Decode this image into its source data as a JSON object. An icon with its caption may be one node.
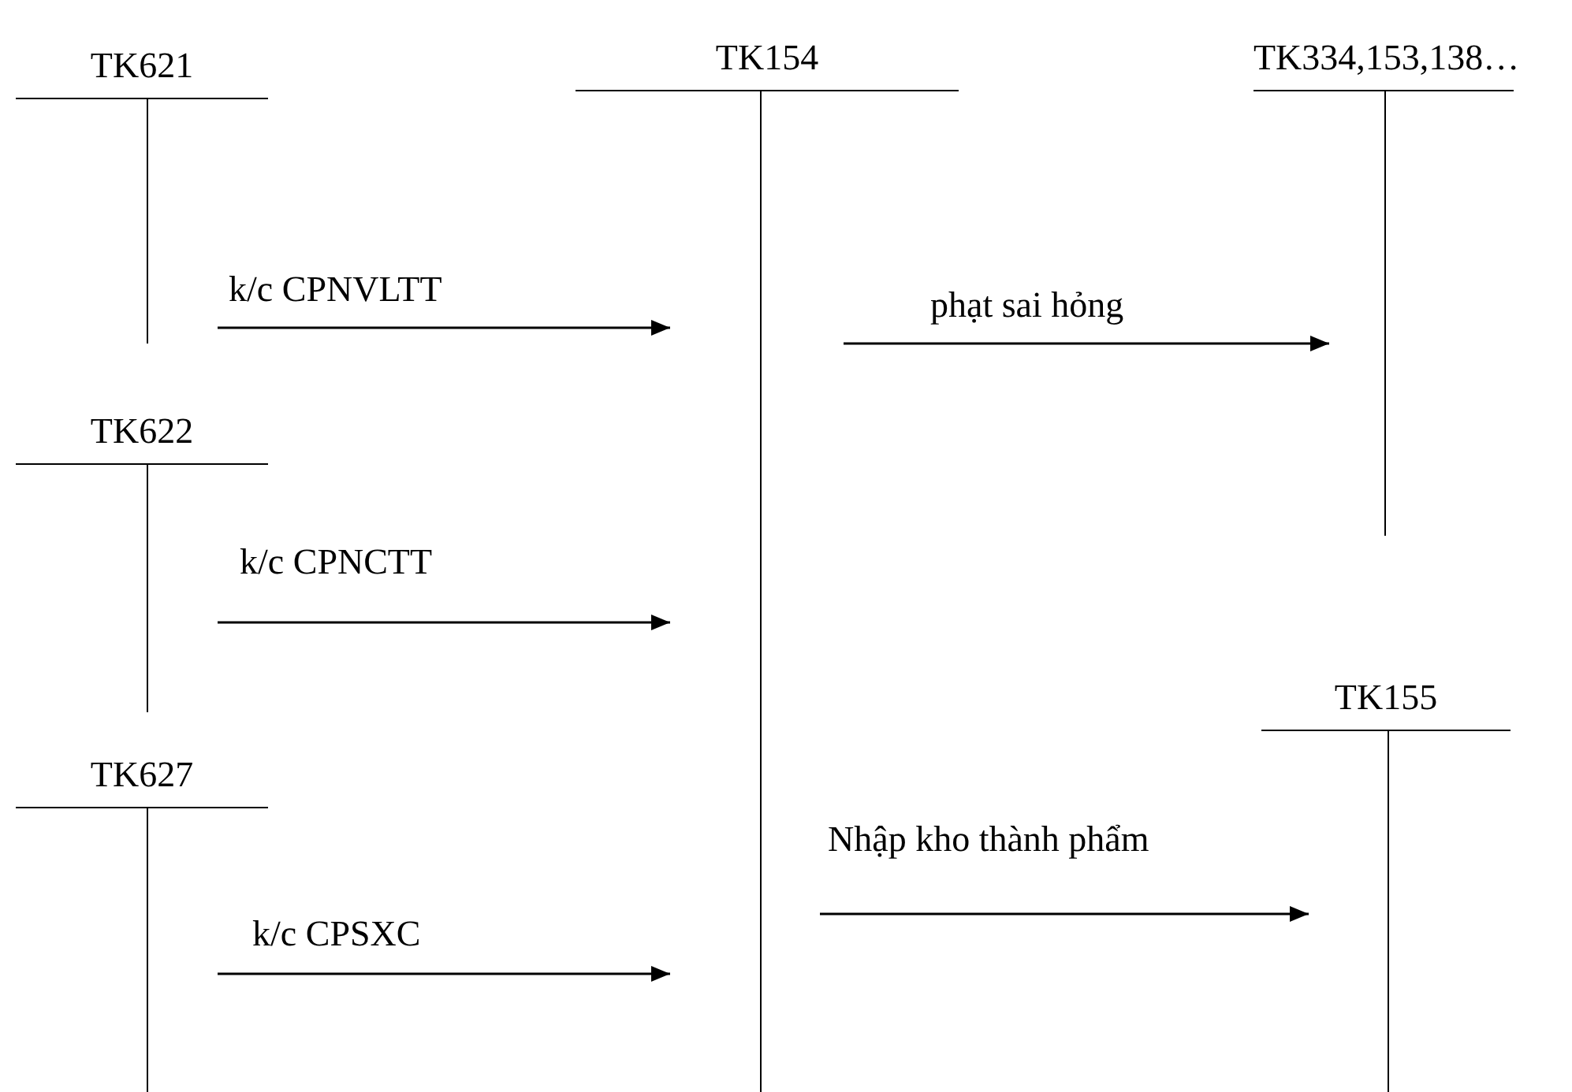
{
  "diagram": {
    "nodes": [
      {
        "text": [
          "TK621"
        ]
      },
      {
        "text": [
          "TK154"
        ]
      },
      {
        "text": [
          "TK334,153,138…"
        ]
      },
      {
        "text": [
          "TK622"
        ]
      },
      {
        "text": [
          "TK155"
        ]
      },
      {
        "text": [
          "TK627"
        ]
      }
    ],
    "edges": [
      {
        "from": 0,
        "to": 1,
        "arrow": "to",
        "label": "k/c CPNVLTT"
      },
      {
        "from": 1,
        "to": 2,
        "arrow": "to",
        "label": "phạt sai hỏng"
      },
      {
        "from": 3,
        "to": 1,
        "arrow": "to",
        "label": "k/c CPNCTT"
      },
      {
        "from": 1,
        "to": 4,
        "arrow": "to",
        "label": "Nhập kho thành phẩm"
      },
      {
        "from": 5,
        "to": 1,
        "arrow": "to",
        "label": "k/c CPSXC"
      }
    ]
  }
}
